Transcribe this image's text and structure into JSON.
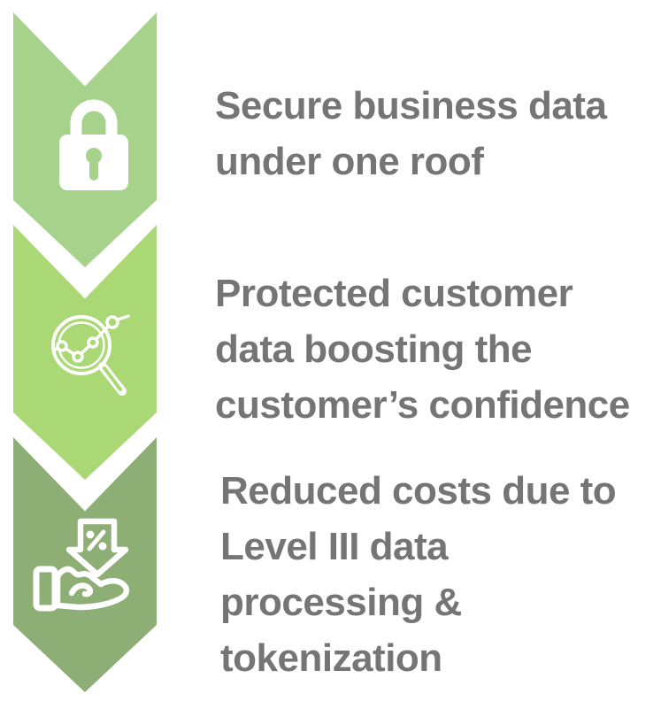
{
  "colors": {
    "chevron_1": "#A6D28C",
    "chevron_2": "#AAD875",
    "chevron_3": "#8DAE74",
    "icon": "#FFFFFF",
    "text": "#757575",
    "background": "#FFFFFF"
  },
  "benefits": [
    {
      "icon": "lock-icon",
      "text": "Secure business data under one roof",
      "lines": [
        "Secure business data",
        "under one roof"
      ]
    },
    {
      "icon": "magnifier-chart-icon",
      "text": "Protected customer data boosting the customer’s confidence",
      "lines": [
        "Protected customer",
        "data boosting the",
        "customer’s confidence"
      ]
    },
    {
      "icon": "hand-discount-icon",
      "text": "Reduced costs due to Level III data processing & tokenization",
      "lines": [
        "Reduced costs due to",
        "Level III data",
        "processing &",
        "tokenization"
      ]
    }
  ]
}
